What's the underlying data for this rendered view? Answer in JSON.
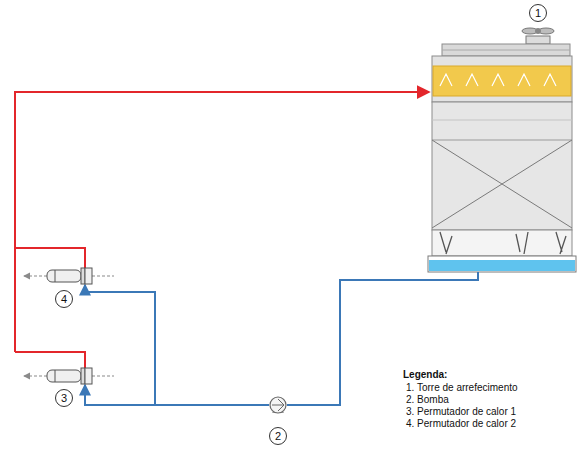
{
  "diagram": {
    "nodes": [
      {
        "text": [
          "1"
        ]
      },
      {
        "text": [
          "4"
        ]
      },
      {
        "text": [
          "3"
        ]
      },
      {
        "text": [
          "2"
        ]
      }
    ],
    "labels": [
      "Legenda:"
    ],
    "legend": [
      {
        "text": "1. Torre de arrefecimento"
      },
      {
        "text": "2. Bomba"
      },
      {
        "text": "3. Permutador de calor 1"
      },
      {
        "text": "4. Permutador de calor 2"
      }
    ]
  }
}
